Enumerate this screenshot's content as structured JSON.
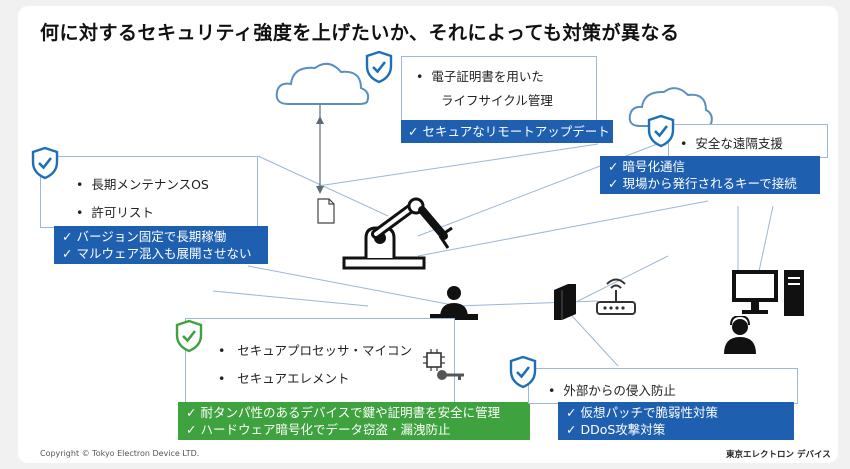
{
  "title": "何に対するセキュリティ強度を上げたいか、それによっても対策が異なる",
  "cards": {
    "cloud_top": {
      "line1": "電子証明書を用いた",
      "line2": "ライフサイクル管理",
      "bar": "✓ セキュアなリモートアップデート"
    },
    "remote": {
      "line1": "安全な遠隔支援",
      "bar1": "✓ 暗号化通信",
      "bar2": "✓ 現場から発行されるキーで接続"
    },
    "left": {
      "line1": "長期メンテナンスOS",
      "line2": "許可リスト",
      "bar1": "✓ バージョン固定で長期稼働",
      "bar2": "✓ マルウェア混入も展開させない"
    },
    "center": {
      "line1": "セキュアプロセッサ・マイコン",
      "line2": "セキュアエレメント",
      "bar1": "✓ 耐タンパ性のあるデバイスで鍵や証明書を安全に管理",
      "bar2": "✓ ハードウェア暗号化でデータ窃盗・漏洩防止"
    },
    "bottom_right": {
      "line1": "外部からの侵入防止",
      "bar1": "✓ 仮想パッチで脆弱性対策",
      "bar2": "✓ DDoS攻撃対策"
    }
  },
  "footer": {
    "copyright": "Copyright © Tokyo Electron Device LTD.",
    "brand": "東京エレクトロン デバイス"
  },
  "colors": {
    "blue": "#1f5fb0",
    "green": "#3ea23e",
    "icon_line": "#5b8fc2",
    "shield": "#1f6fb8"
  },
  "icons": [
    "cloud-icon",
    "shield-icon",
    "document-icon",
    "robot-arm-icon",
    "operator-icon",
    "gateway-box-icon",
    "router-icon",
    "computer-icon",
    "support-person-icon",
    "chip-icon",
    "key-icon"
  ]
}
